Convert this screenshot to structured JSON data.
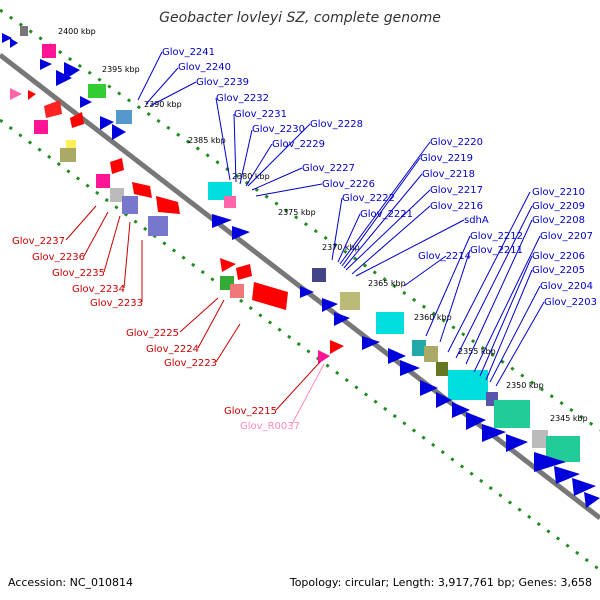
{
  "title": "Geobacter lovleyi SZ, complete genome",
  "footer": {
    "accession": "Accession: NC_010814",
    "topology": "Topology: circular; Length: 3,917,761 bp; Genes: 3,658"
  },
  "colors": {
    "backbone": "#777777",
    "ticks": "#228b22",
    "blue_label": "#0000cc",
    "red_label": "#cc0000",
    "pink_label": "#ff88bb",
    "cds_blue": "#0000dd",
    "cds_red": "#ee0000"
  },
  "kbp_labels": [
    "2400 kbp",
    "2395 kbp",
    "2390 kbp",
    "2385 kbp",
    "2380 kbp",
    "2375 kbp",
    "2370 kbp",
    "2365 kbp",
    "2360 kbp",
    "2355 kbp",
    "2350 kbp",
    "2345 kbp"
  ],
  "blue_labels": [
    "Glov_2241",
    "Glov_2240",
    "Glov_2239",
    "Glov_2232",
    "Glov_2231",
    "Glov_2230",
    "Glov_2228",
    "Glov_2229",
    "Glov_2227",
    "Glov_2226",
    "Glov_2222",
    "Glov_2221",
    "Glov_2220",
    "Glov_2219",
    "Glov_2218",
    "Glov_2217",
    "Glov_2216",
    "sdhA",
    "Glov_2214",
    "Glov_2212",
    "Glov_2211",
    "Glov_2210",
    "Glov_2209",
    "Glov_2208",
    "Glov_2207",
    "Glov_2206",
    "Glov_2205",
    "Glov_2204",
    "Glov_2203"
  ],
  "red_labels": [
    "Glov_2237",
    "Glov_2236",
    "Glov_2235",
    "Glov_2234",
    "Glov_2233",
    "Glov_2225",
    "Glov_2224",
    "Glov_2223",
    "Glov_2215"
  ],
  "pink_labels": [
    "Glov_R0037"
  ]
}
